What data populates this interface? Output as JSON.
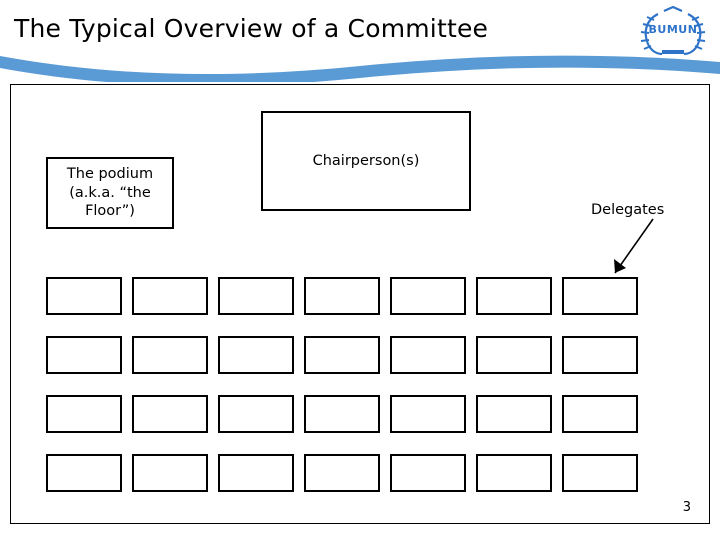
{
  "header": {
    "title": "The Typical Overview of a Committee",
    "logo_text": "BUMUN",
    "logo_name": "bumun-logo",
    "accent_color": "#5b9bd5",
    "logo_color": "#2f73c9"
  },
  "diagram": {
    "podium": {
      "label": "The podium\n(a.k.a. “the Floor”)",
      "line1": "The podium",
      "line2": "(a.k.a. “the",
      "line3": "Floor”)"
    },
    "chairperson": {
      "label": "Chairperson(s)"
    },
    "delegates": {
      "label": "Delegates",
      "arrow": "arrow pointing down-left toward seats"
    },
    "seats": {
      "rows": 4,
      "columns": 7,
      "total": 28,
      "label": "delegate seat"
    }
  },
  "footer": {
    "page_number": "3"
  }
}
